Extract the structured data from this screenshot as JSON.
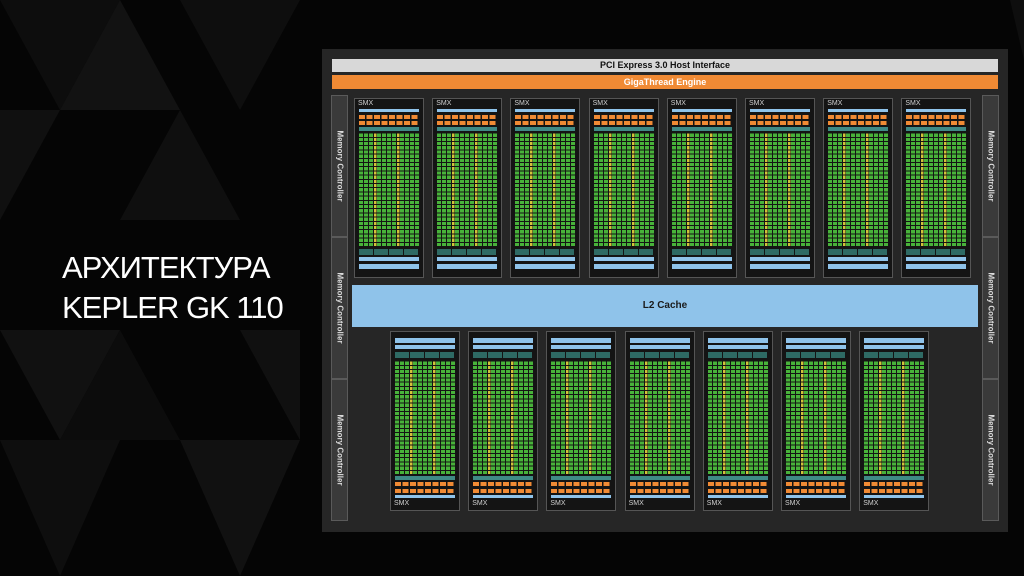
{
  "slide": {
    "title_line1": "АРХИТЕКТУРА",
    "title_line2": "KEPLER GK 110"
  },
  "diagram": {
    "host_interface": "PCI Express 3.0 Host Interface",
    "giga_thread": "GigaThread Engine",
    "memory_controller_label": "Memory Controller",
    "l2_cache": "L2 Cache",
    "smx_label": "SMX",
    "top_smx_count": 8,
    "bottom_smx_count": 7,
    "memory_controllers_per_side": 3,
    "colors": {
      "background": "#050505",
      "panel": "#262626",
      "giga_thread": "#f08a34",
      "l2_cache": "#8fc3ea",
      "core_green": "#48b23a",
      "core_yellow": "#d2c33a",
      "cache_blue": "#8fc3ea",
      "texture_teal": "#3f8a86"
    }
  }
}
